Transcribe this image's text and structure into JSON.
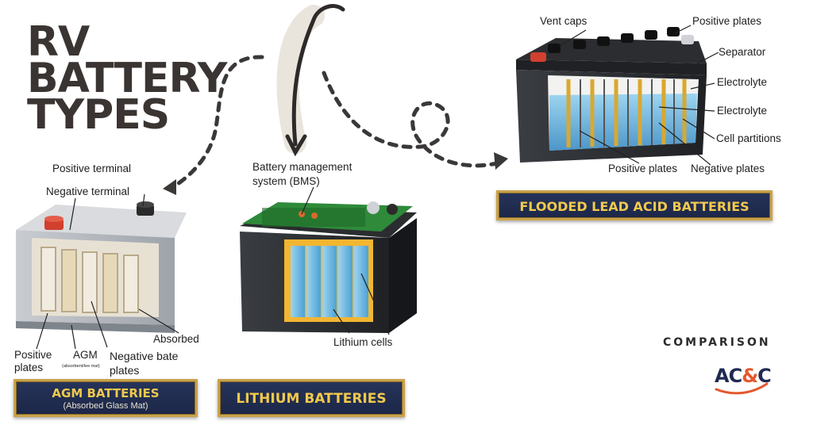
{
  "title": {
    "line1": "RV",
    "line2": "BATTERY",
    "line3": "TYPES"
  },
  "agm": {
    "labels": {
      "positive_terminal": "Positive terminal",
      "negative_terminal": "Negative terminal",
      "positive_plates": "Positive\nplates",
      "agm": "AGM",
      "agm_small": "(absorbent/lee mat)",
      "negative_plates": "Negative bate\nplates",
      "absorbed": "Absorbed"
    },
    "banner_title": "AGM BATTERIES",
    "banner_sub": "(Absorbed Glass Mat)"
  },
  "lithium": {
    "labels": {
      "bms": "Battery management\nsystem (BMS)",
      "cells": "Lithium cells"
    },
    "banner_title": "LITHIUM BATTERIES"
  },
  "flooded": {
    "labels": {
      "vent_caps": "Vent caps",
      "positive_plates_top": "Positive plates",
      "separator": "Separator",
      "electrolyte_1": "Electrolyte",
      "electrolyte_2": "Electrolyte",
      "cell_partitions": "Cell partitions",
      "positive_plates_bottom": "Positive plates",
      "negative_plates": "Negative plates"
    },
    "banner_title": "FLOODED LEAD ACID BATTERIES"
  },
  "comparison": "COMPARISON",
  "logo": {
    "left": "AC",
    "amp": "&",
    "right": "C"
  },
  "colors": {
    "banner_bg": "#1f2a4c",
    "banner_text": "#f2c94c",
    "banner_border": "#c9a24a",
    "logo_navy": "#1f2a52",
    "logo_orange": "#e4572e"
  }
}
